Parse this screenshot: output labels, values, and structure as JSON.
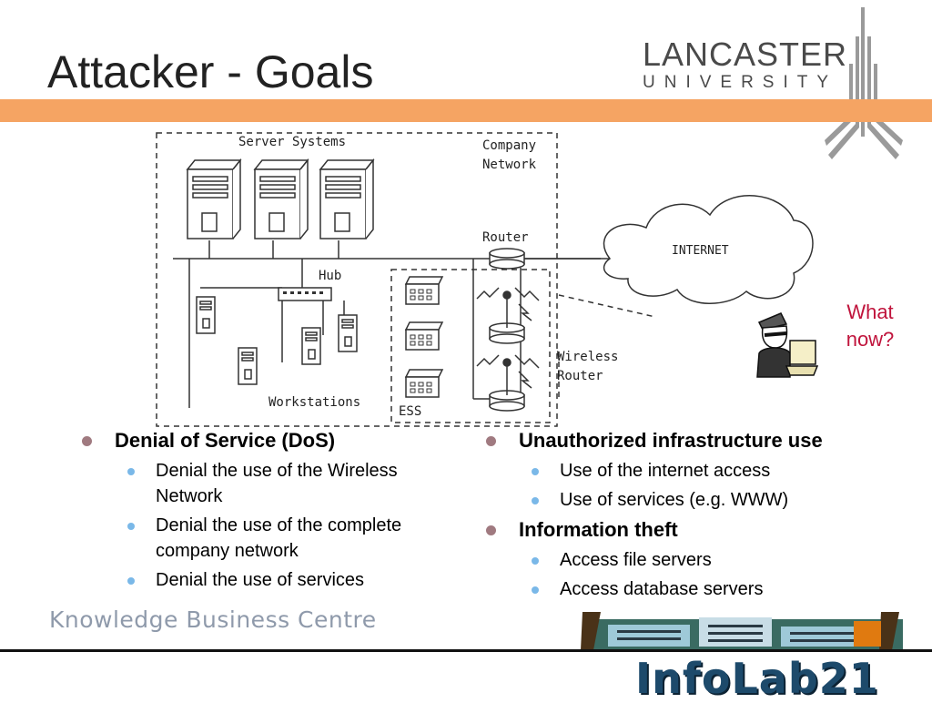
{
  "slide": {
    "title": "Attacker - Goals",
    "brand": {
      "university_line1": "LANCASTER",
      "university_line2": "UNIVERSITY",
      "footer_text": "Knowledge Business Centre",
      "lab_name": "InfoLab21"
    }
  },
  "diagram": {
    "server_systems": "Server Systems",
    "company_network_1": "Company",
    "company_network_2": "Network",
    "router": "Router",
    "internet": "INTERNET",
    "hub": "Hub",
    "workstations": "Workstations",
    "ess": "ESS",
    "wireless_router_1": "Wireless",
    "wireless_router_2": "Router"
  },
  "callout": {
    "line1": "What",
    "line2": "now?"
  },
  "bullets": {
    "left": [
      {
        "heading": "Denial of Service (DoS)",
        "items": [
          "Denial the use of the Wireless Network",
          "Denial the use of the complete company network",
          "Denial the use of services"
        ]
      }
    ],
    "right": [
      {
        "heading": "Unauthorized infrastructure use",
        "items": [
          "Use of the internet access",
          "Use of services (e.g. WWW)"
        ]
      },
      {
        "heading": "Information theft",
        "items": [
          "Access file servers",
          "Access database servers"
        ]
      }
    ]
  },
  "colors": {
    "accent_bar": "#f5a463",
    "callout": "#c0143c",
    "bullet_level1": "#a07a80",
    "bullet_level2": "#7ab8e8"
  }
}
